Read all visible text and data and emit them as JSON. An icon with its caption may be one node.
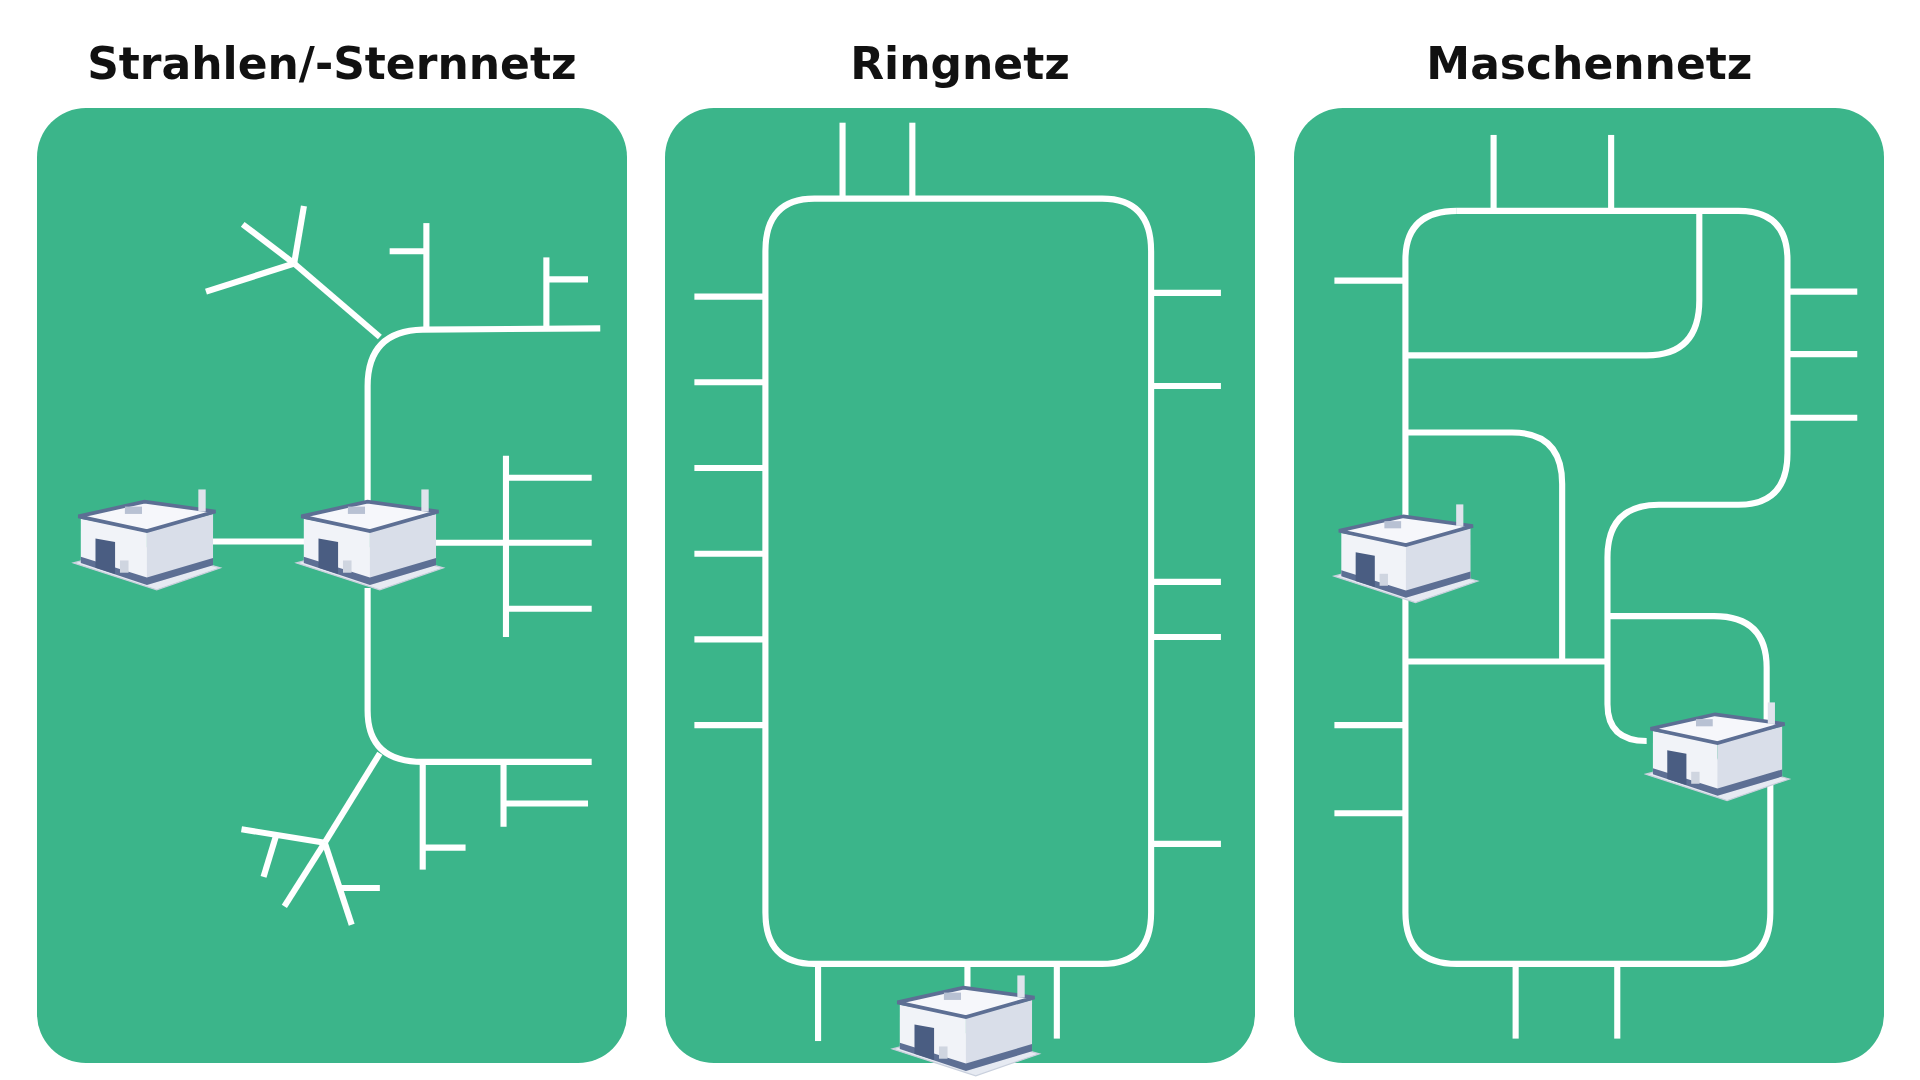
{
  "diagram": {
    "nodes": [
      {
        "text": [
          "Strahlen/-Sternnetz"
        ]
      },
      {
        "text": [],
        "shape": "picture",
        "in": 0
      },
      {
        "text": [],
        "shape": "picture",
        "in": 0
      },
      {
        "text": [
          "Ringnetz"
        ]
      },
      {
        "text": [],
        "shape": "picture"
      },
      {
        "text": [
          "Maschennetz"
        ]
      },
      {
        "text": [],
        "shape": "picture",
        "in": 5
      },
      {
        "text": [],
        "shape": "picture",
        "in": 5
      }
    ],
    "edges": [
      {
        "from": 1,
        "to": 2,
        "arrow": "none"
      }
    ]
  }
}
